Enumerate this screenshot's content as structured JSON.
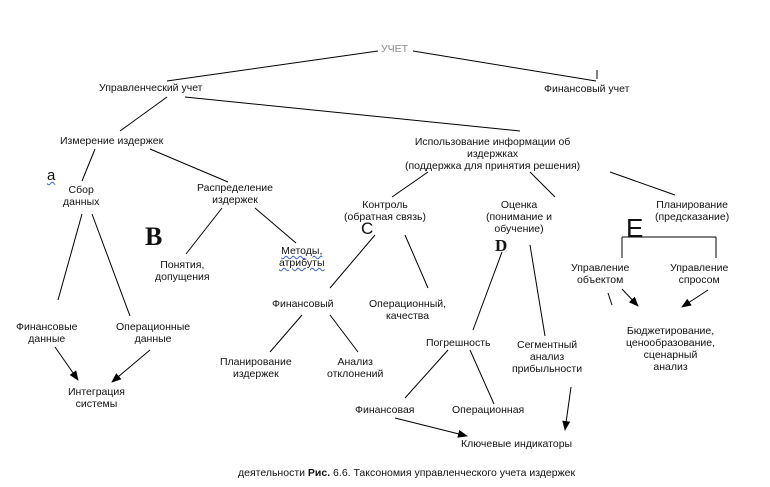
{
  "nodes": {
    "root": "УЧЕТ",
    "managerial": "Управленческий учет",
    "financial": "Финансовый учет",
    "cost_measurement": "Измерение издержек",
    "info_use": "Использование информации об\nиздержках\n(поддержка для принятия решения)",
    "data_collection": "Сбор\nданных",
    "cost_allocation": "Распределение\nиздержек",
    "control": "Контроль\n(обратная связь)",
    "evaluation": "Оценка\n(понимание и\nобучение)",
    "planning": "Планирование\n(предсказание)",
    "concepts": "Понятия,\nдопущения",
    "methods": "Методы,\nатрибуты",
    "financial_data": "Финансовые\nданные",
    "operational_data": "Операционные\nданные",
    "financial_control": "Финансовый",
    "operational_quality": "Операционный,\nкачества",
    "object_mgmt": "Управление\nобъектом",
    "demand_mgmt": "Управление\nспросом",
    "budgeting": "Бюджетирование,\nценообразование,\nсценарный\nанализ",
    "cost_planning": "Планирование\nиздержек",
    "variance_analysis": "Анализ\nотклонений",
    "error": "Погрешность",
    "segment_analysis": "Сегментный\nанализ\nприбыльности",
    "system_integration": "Интеграция\nсистемы",
    "financial_error": "Финансовая",
    "operational_error": "Операционная",
    "key_indicators": "Ключевые индикаторы"
  },
  "letters": {
    "a": "а",
    "b": "B",
    "c": "C",
    "d": "D",
    "e": "E"
  },
  "caption": {
    "prefix": "деятельности ",
    "bold": "Рис.",
    "rest": " 6.6. Таксономия управленческого учета издержек"
  },
  "colors": {
    "line": "#000000",
    "root_text": "#8a8a8a",
    "spellcheck": "#3a5fcd"
  }
}
